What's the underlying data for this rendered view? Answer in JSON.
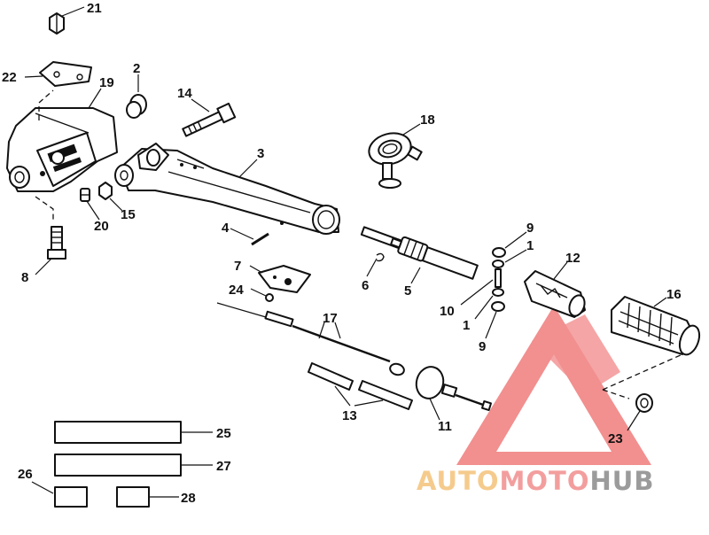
{
  "callouts": [
    {
      "id": "21",
      "label": "21"
    },
    {
      "id": "22",
      "label": "22"
    },
    {
      "id": "2",
      "label": "2"
    },
    {
      "id": "19",
      "label": "19"
    },
    {
      "id": "14",
      "label": "14"
    },
    {
      "id": "18",
      "label": "18"
    },
    {
      "id": "3",
      "label": "3"
    },
    {
      "id": "20",
      "label": "20"
    },
    {
      "id": "15",
      "label": "15"
    },
    {
      "id": "4",
      "label": "4"
    },
    {
      "id": "8",
      "label": "8"
    },
    {
      "id": "9a",
      "label": "9"
    },
    {
      "id": "1a",
      "label": "1"
    },
    {
      "id": "12",
      "label": "12"
    },
    {
      "id": "7",
      "label": "7"
    },
    {
      "id": "6",
      "label": "6"
    },
    {
      "id": "5",
      "label": "5"
    },
    {
      "id": "24",
      "label": "24"
    },
    {
      "id": "10",
      "label": "10"
    },
    {
      "id": "1b",
      "label": "1"
    },
    {
      "id": "16",
      "label": "16"
    },
    {
      "id": "9b",
      "label": "9"
    },
    {
      "id": "17",
      "label": "17"
    },
    {
      "id": "13",
      "label": "13"
    },
    {
      "id": "11",
      "label": "11"
    },
    {
      "id": "23",
      "label": "23"
    },
    {
      "id": "25",
      "label": "25"
    },
    {
      "id": "27",
      "label": "27"
    },
    {
      "id": "26",
      "label": "26"
    },
    {
      "id": "28",
      "label": "28"
    }
  ],
  "watermark": {
    "brand_left": "AUTO",
    "brand_mid": "MOTO",
    "brand_right": "HUB",
    "colors": {
      "auto": "#f4c27a",
      "moto": "#f28e8e",
      "hub": "#8a8a8a",
      "triangle": "#f07c7c"
    }
  }
}
